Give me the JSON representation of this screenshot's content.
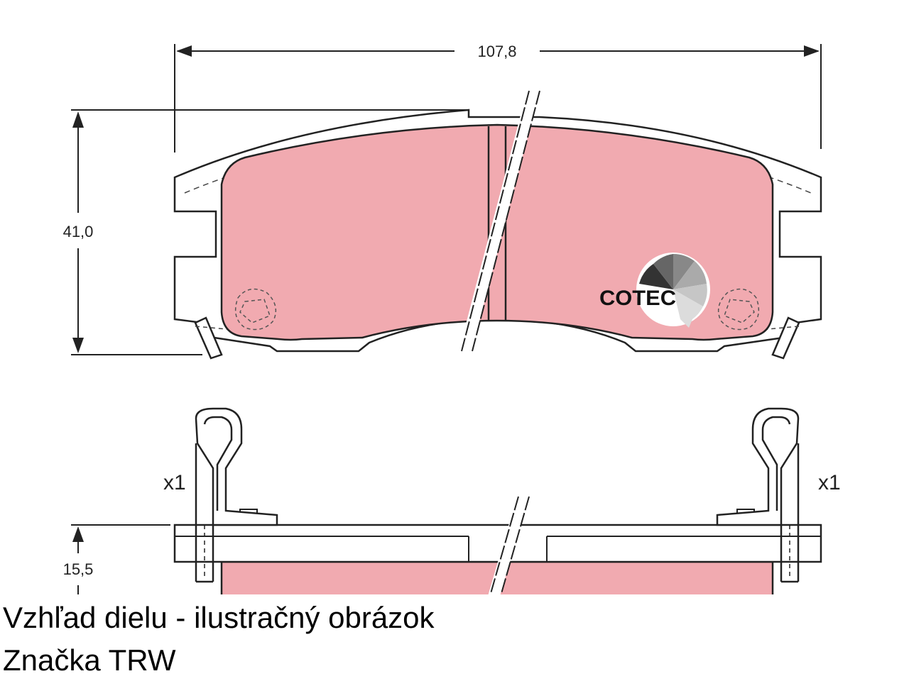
{
  "dimensions": {
    "width": "107,8",
    "height": "41,0",
    "thickness": "15,5"
  },
  "quantities": {
    "left_clip": "x1",
    "right_clip": "x1"
  },
  "logo": {
    "text": "COTEC"
  },
  "caption": {
    "line1": "Vzhľad dielu - ilustračný obrázok",
    "line2": "Značka TRW"
  },
  "colors": {
    "friction_material": "#f1aab0",
    "outline": "#222222"
  }
}
